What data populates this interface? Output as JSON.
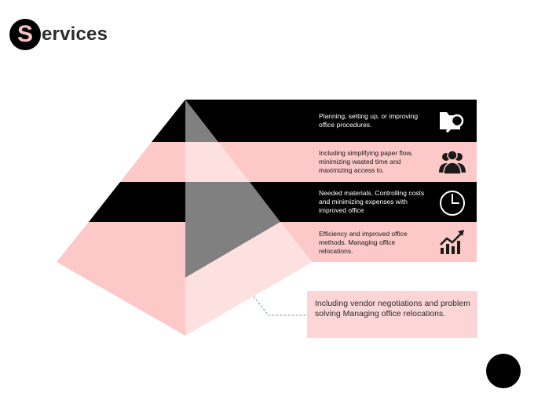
{
  "title": {
    "initial": "S",
    "rest": "ervices"
  },
  "rows": [
    {
      "text": "Planning, setting up, or improving office procedures.",
      "icon": "folder-search-icon"
    },
    {
      "text": "Including simplifying paper flow, minimizing wasted time and maximizing access to.",
      "icon": "users-icon"
    },
    {
      "text": "Needed materials. Controlling costs and minimizing expenses with improved office",
      "icon": "clock-icon"
    },
    {
      "text": "Efficiency and improved office methods. Managing office relocations.",
      "icon": "growth-chart-icon"
    }
  ],
  "callout": {
    "text": "Including vendor negotiations and problem solving Managing office relocations."
  },
  "colors": {
    "black": "#000000",
    "pink_band": "#fcc8c8",
    "pink_light": "#fcd6d6",
    "gray_face": "#808080",
    "pink_face": "#fde0e0"
  }
}
